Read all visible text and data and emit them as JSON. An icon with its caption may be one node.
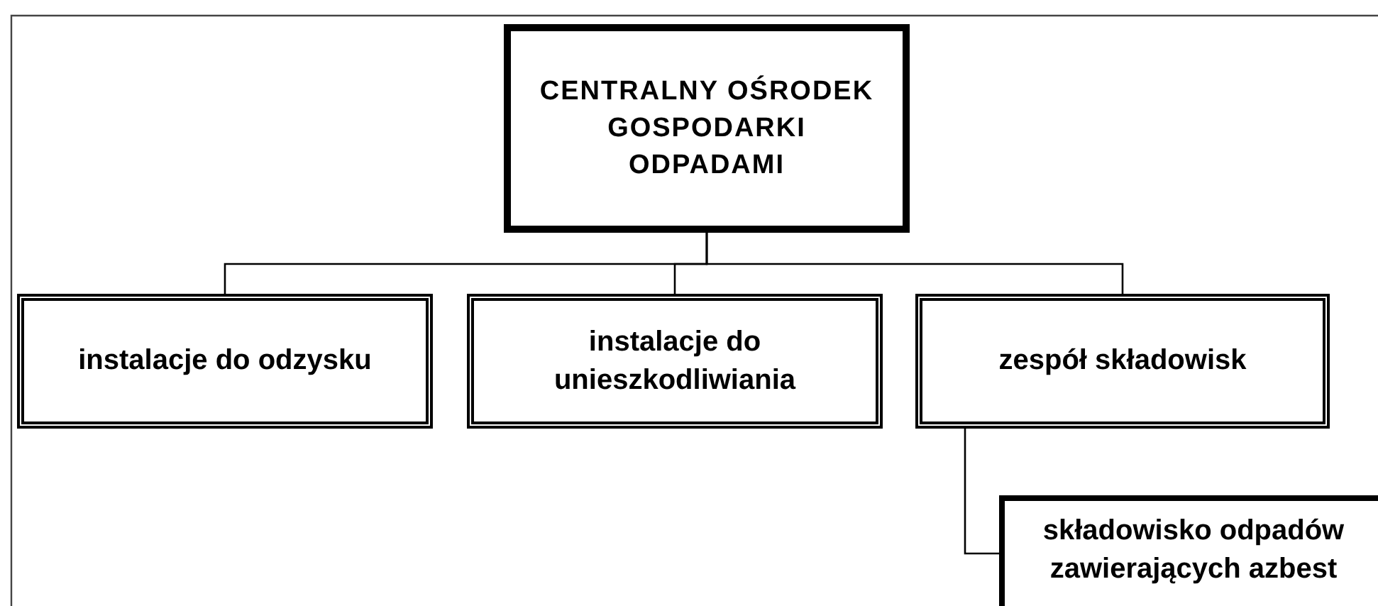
{
  "diagram": {
    "nodes": [
      {
        "text": [
          "CENTRALNY OŚRODEK GOSPODARKI ODPADAMI"
        ]
      },
      {
        "text": [
          "instalacje do odzysku"
        ]
      },
      {
        "text": [
          "instalacje do unieszkodliwiania"
        ]
      },
      {
        "text": [
          "zespół składowisk"
        ]
      },
      {
        "text": [
          "składowisko odpadów zawierających azbest"
        ]
      }
    ],
    "edges": [
      {
        "from": 0,
        "to": 1,
        "arrow": "none"
      },
      {
        "from": 0,
        "to": 2,
        "arrow": "none"
      },
      {
        "from": 0,
        "to": 3,
        "arrow": "none"
      },
      {
        "from": 3,
        "to": 4,
        "arrow": "none"
      }
    ]
  }
}
